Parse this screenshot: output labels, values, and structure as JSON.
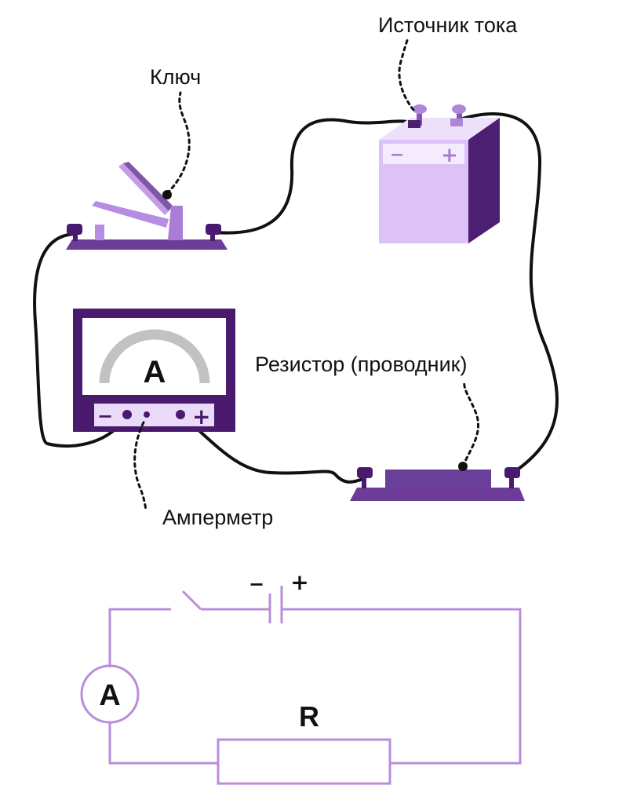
{
  "labels": {
    "switch": "Ключ",
    "source": "Источник тока",
    "resistor": "Резистор (проводник)",
    "ammeter": "Амперметр"
  },
  "ammeter_face": {
    "letter": "A",
    "minus": "−",
    "plus": "+"
  },
  "battery_face": {
    "minus": "−",
    "plus": "+"
  },
  "schematic": {
    "ammeter_letter": "A",
    "resistor_letter": "R",
    "minus": "−",
    "plus": "+"
  },
  "colors": {
    "dark_purple": "#4a1a6e",
    "medium_purple": "#7a4aa8",
    "light_purple": "#dcc2f7",
    "line_purple": "#b98ddb",
    "wire": "#111111"
  }
}
